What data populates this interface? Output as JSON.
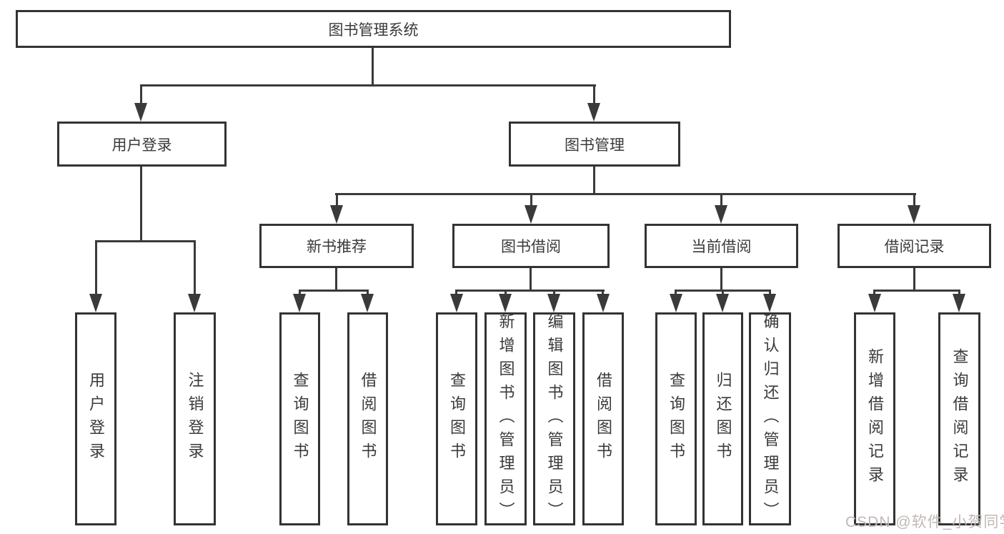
{
  "diagram": {
    "type": "hierarchy-flowchart",
    "tree": {
      "label": "图书管理系统",
      "children": [
        {
          "label": "用户登录",
          "children": [
            {
              "label": "用户登录"
            },
            {
              "label": "注销登录"
            }
          ]
        },
        {
          "label": "图书管理",
          "children": [
            {
              "label": "新书推荐",
              "children": [
                {
                  "label": "查询图书"
                },
                {
                  "label": "借阅图书"
                }
              ]
            },
            {
              "label": "图书借阅",
              "children": [
                {
                  "label": "查询图书"
                },
                {
                  "label": "新增图书（管理员）"
                },
                {
                  "label": "编辑图书（管理员）"
                },
                {
                  "label": "借阅图书"
                }
              ]
            },
            {
              "label": "当前借阅",
              "children": [
                {
                  "label": "查询图书"
                },
                {
                  "label": "归还图书"
                },
                {
                  "label": "确认归还（管理员）"
                }
              ]
            },
            {
              "label": "借阅记录",
              "children": [
                {
                  "label": "新增借阅记录"
                },
                {
                  "label": "查询借阅记录"
                }
              ]
            }
          ]
        }
      ]
    },
    "colors": {
      "box_border": "#333333",
      "connector_line": "#3a3a3a",
      "text": "#3a3a3a",
      "background": "#ffffff",
      "watermark_text": "#c3b7b7"
    }
  },
  "watermark": {
    "text": "CSDN @软件_小贺同学"
  }
}
